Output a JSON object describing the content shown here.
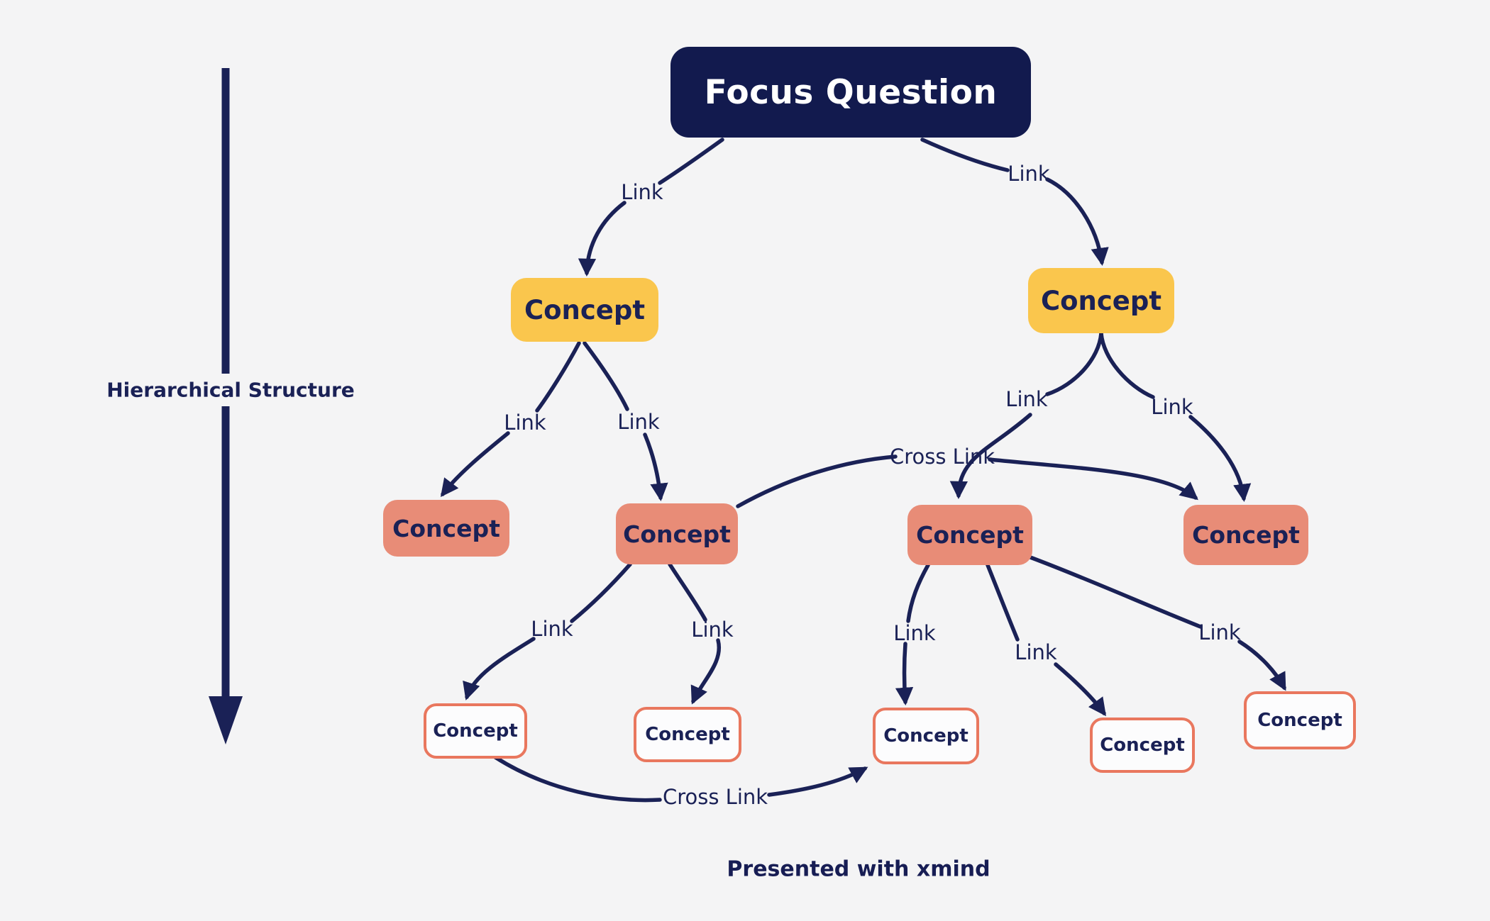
{
  "diagram": {
    "type": "concept-map",
    "background": "#F4F4F5",
    "colors": {
      "navy": "#121A4E",
      "line_navy": "#1A2156",
      "yellow": "#FAC64D",
      "salmon": "#E88C77",
      "orange_border": "#E9775E",
      "white_node_fill": "#FCFCFD",
      "focus_text": "#FFFFFF"
    }
  },
  "nodes": {
    "focus": {
      "label": "Focus Question"
    },
    "c_left": {
      "label": "Concept"
    },
    "c_right": {
      "label": "Concept"
    },
    "s1": {
      "label": "Concept"
    },
    "s2": {
      "label": "Concept"
    },
    "s3": {
      "label": "Concept"
    },
    "s4": {
      "label": "Concept"
    },
    "w1": {
      "label": "Concept"
    },
    "w2": {
      "label": "Concept"
    },
    "w3": {
      "label": "Concept"
    },
    "w4": {
      "label": "Concept"
    },
    "w5": {
      "label": "Concept"
    }
  },
  "edge_labels": {
    "link_focus_left": "Link",
    "link_focus_right": "Link",
    "link_cleft_s1": "Link",
    "link_cleft_s2": "Link",
    "link_cright_s3": "Link",
    "link_cright_s4": "Link",
    "cross_link_top": "Cross Link",
    "link_s2_w1": "Link",
    "link_s2_w2": "Link",
    "link_s3_w3": "Link",
    "link_s3_w4": "Link",
    "link_s3_w5": "Link",
    "cross_link_bottom": "Cross Link"
  },
  "annotations": {
    "hierarchy_arrow": "Hierarchical Structure",
    "footer": "Presented with xmind"
  }
}
